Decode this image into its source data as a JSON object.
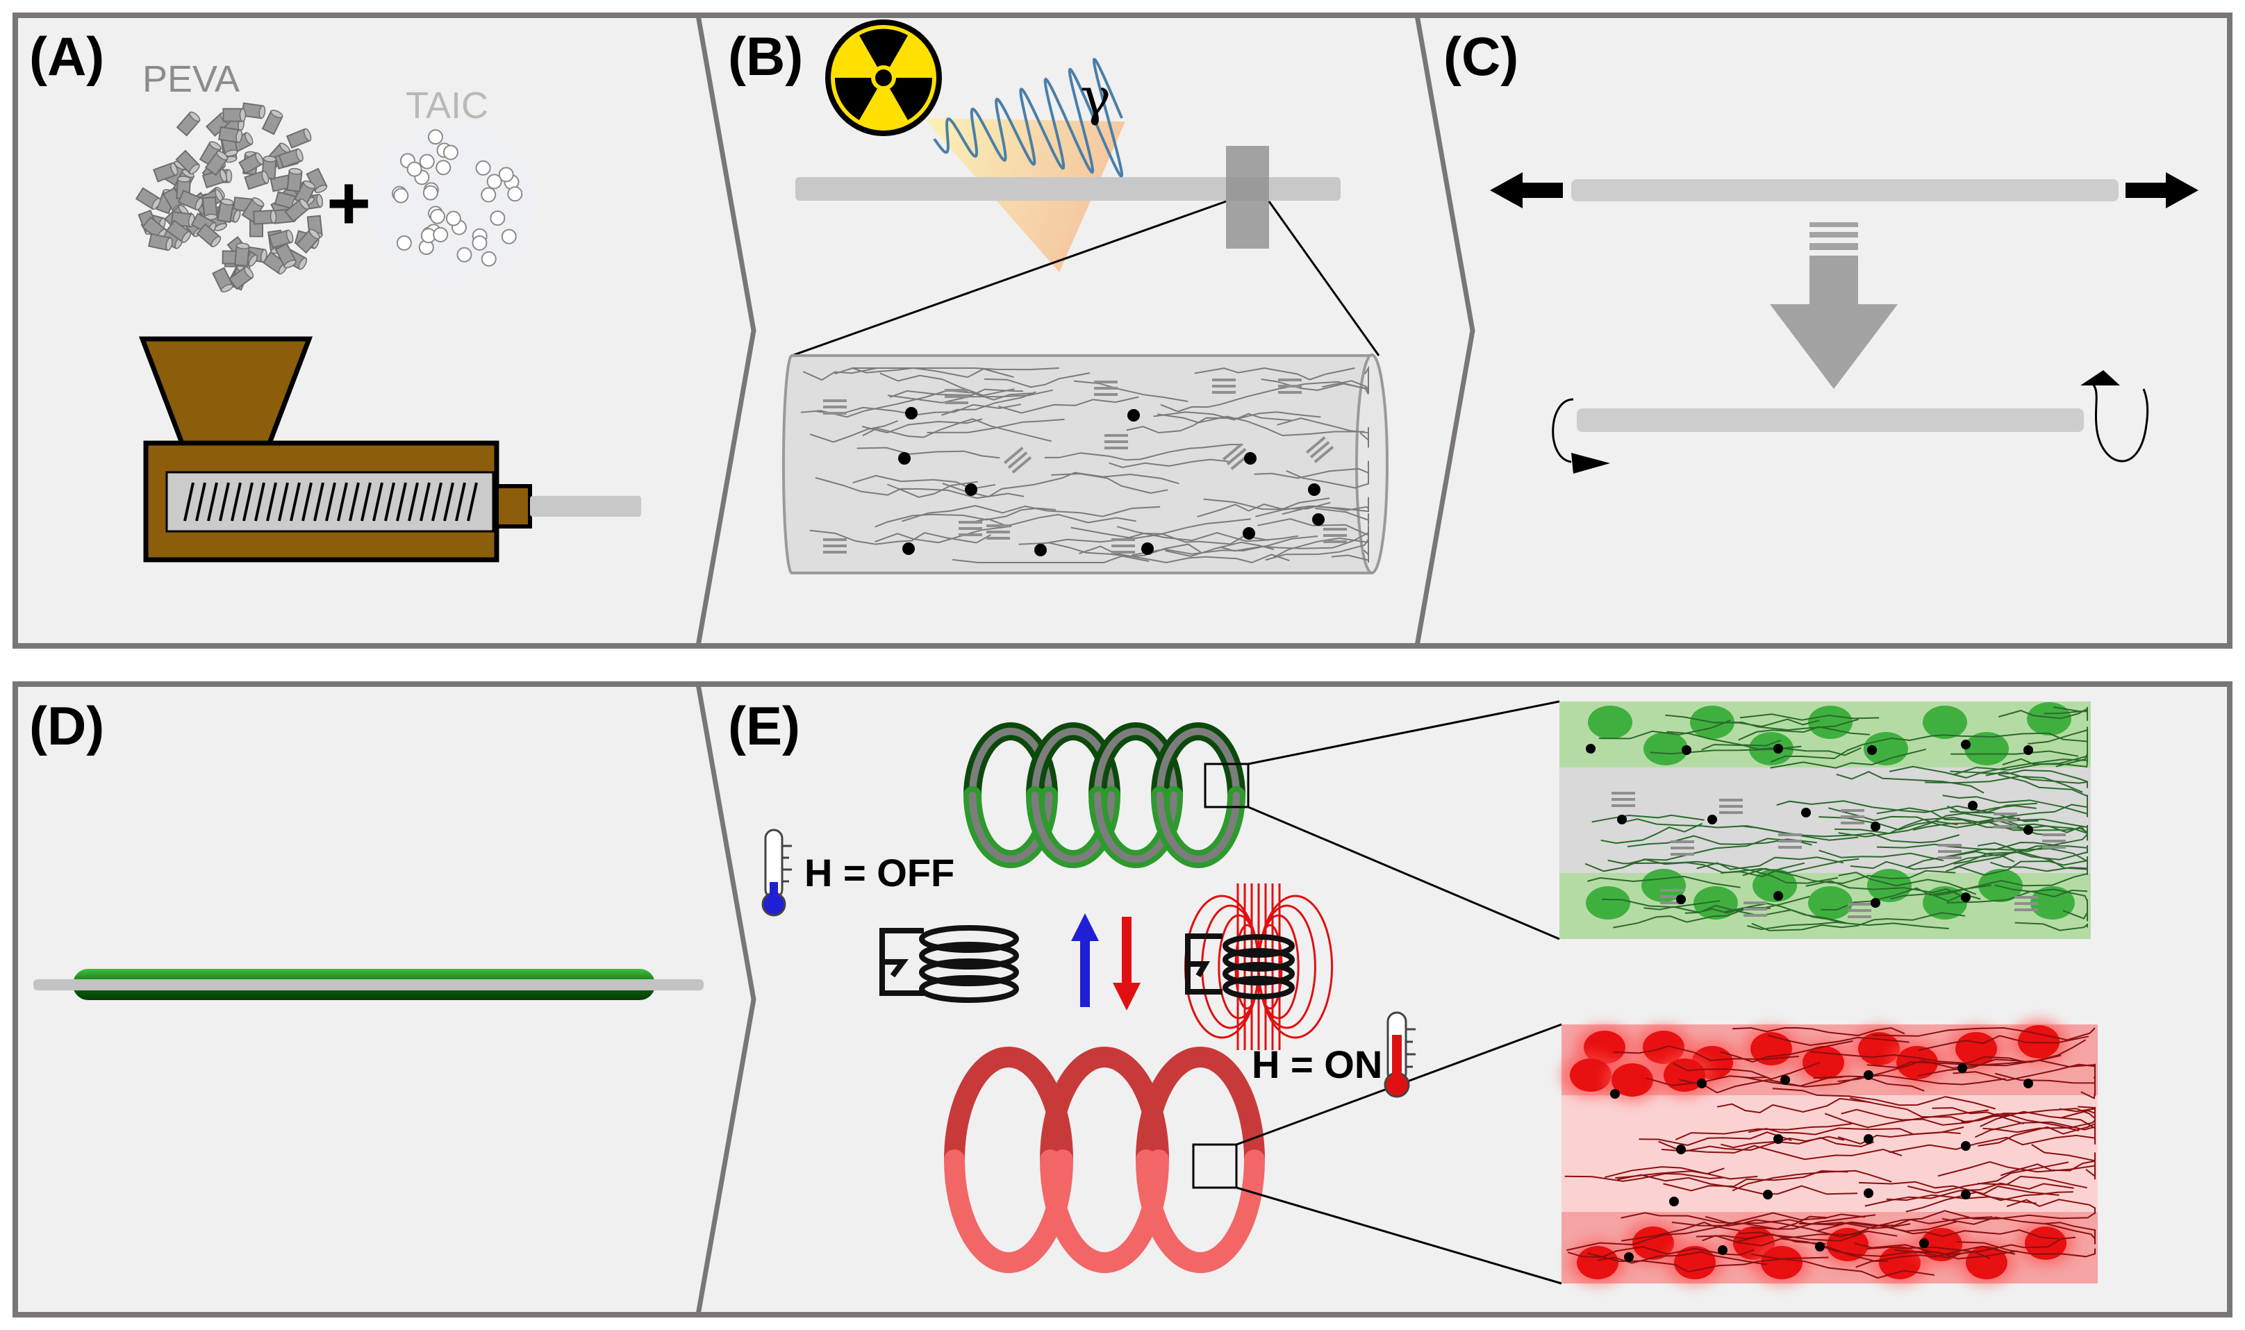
{
  "panels": {
    "A": {
      "label": "(A)",
      "pellet_a": "PEVA",
      "pellet_b": "TAIC",
      "plus": "+"
    },
    "B": {
      "label": "(B)",
      "gamma": "γ"
    },
    "C": {
      "label": "(C)"
    },
    "D": {
      "label": "(D)"
    },
    "E": {
      "label": "(E)",
      "h_off": "H = OFF",
      "h_on": "H = ON"
    }
  },
  "colors": {
    "panel_bg": "#f0f0f0",
    "border": "#7a7676",
    "extruder": "#8c5d0a",
    "green": "#1f7a1f",
    "red": "#e84a4a",
    "rod": "#c8c8c8",
    "heat_blue": "#1f1fd6",
    "heat_red": "#e01010"
  },
  "icons": [
    "radiation-icon",
    "thermometer-cold-icon",
    "thermometer-hot-icon",
    "magnetic-coil-icon",
    "arrow-up-icon",
    "arrow-down-icon"
  ]
}
